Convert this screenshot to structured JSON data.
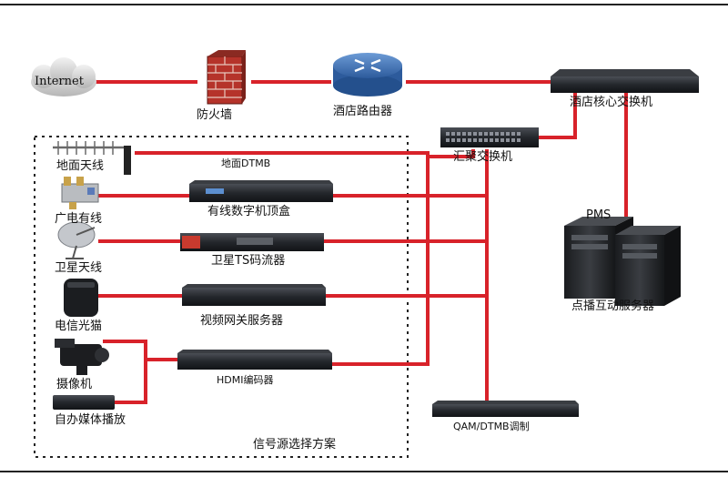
{
  "colors": {
    "link": "#d8222a",
    "device_dark": "#1f2226",
    "router_blue": "#3a6fb5",
    "firewall_red": "#b5332a"
  },
  "nodes": {
    "internet": "Internet",
    "firewall": "防火墙",
    "router": "酒店路由器",
    "core_switch": "酒店核心交换机",
    "agg_switch": "汇聚交换机",
    "pms": "PMS",
    "vod_server": "点播互动服务器",
    "terrestrial_antenna": "地面天线",
    "terrestrial_link": "地面DTMB",
    "cable": "广电有线",
    "cable_stb": "有线数字机顶盒",
    "satellite": "卫星天线",
    "satellite_ts": "卫星TS码流器",
    "telecom_modem": "电信光猫",
    "video_gateway": "视频网关服务器",
    "camera": "摄像机",
    "hdmi_encoder": "HDMI编码器",
    "self_media": "自办媒体播放",
    "qam_mod": "QAM/DTMB调制",
    "signal_group": "信号源选择方案"
  },
  "icons": {
    "cloud": "cloud-icon",
    "firewall": "brick-wall-icon",
    "router": "router-icon",
    "switch": "network-switch-icon",
    "server": "tower-server-icon",
    "antenna": "yagi-antenna-icon",
    "splitter": "cable-splitter-icon",
    "dish": "satellite-dish-icon",
    "modem": "modem-icon",
    "camera": "video-camera-icon",
    "rack": "rack-unit-icon"
  }
}
